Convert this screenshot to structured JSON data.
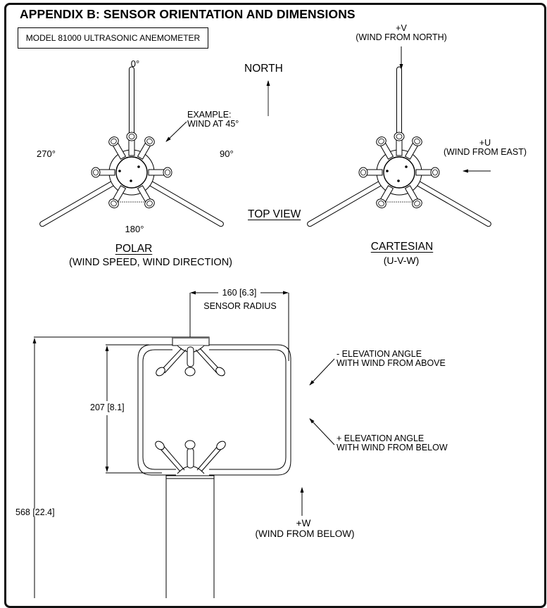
{
  "header": {
    "title": "APPENDIX  B: SENSOR ORIENTATION AND DIMENSIONS",
    "model_label": "MODEL 81000 ULTRASONIC ANEMOMETER"
  },
  "top_view": {
    "label": "TOP VIEW",
    "north_label": "NORTH",
    "polar": {
      "title": "POLAR",
      "subtitle": "(WIND SPEED, WIND DIRECTION)",
      "angle_0": "0°",
      "angle_90": "90°",
      "angle_180": "180°",
      "angle_270": "270°",
      "example_line1": "EXAMPLE:",
      "example_line2": "WIND AT 45°"
    },
    "cartesian": {
      "title": "CARTESIAN",
      "subtitle": "(U-V-W)",
      "v_label": "+V",
      "v_desc": "(WIND FROM NORTH)",
      "u_label": "+U",
      "u_desc": "(WIND FROM EAST)"
    }
  },
  "side_view": {
    "sensor_radius_value": "160 [6.3]",
    "sensor_radius_label": "SENSOR RADIUS",
    "path_height": "207 [8.1]",
    "overall_height": "568 [22.4]",
    "neg_elev_line1": "- ELEVATION ANGLE",
    "neg_elev_line2": "WITH WIND FROM ABOVE",
    "pos_elev_line1": "+ ELEVATION ANGLE",
    "pos_elev_line2": "WITH WIND FROM BELOW",
    "w_label": "+W",
    "w_desc": "(WIND FROM BELOW)"
  }
}
